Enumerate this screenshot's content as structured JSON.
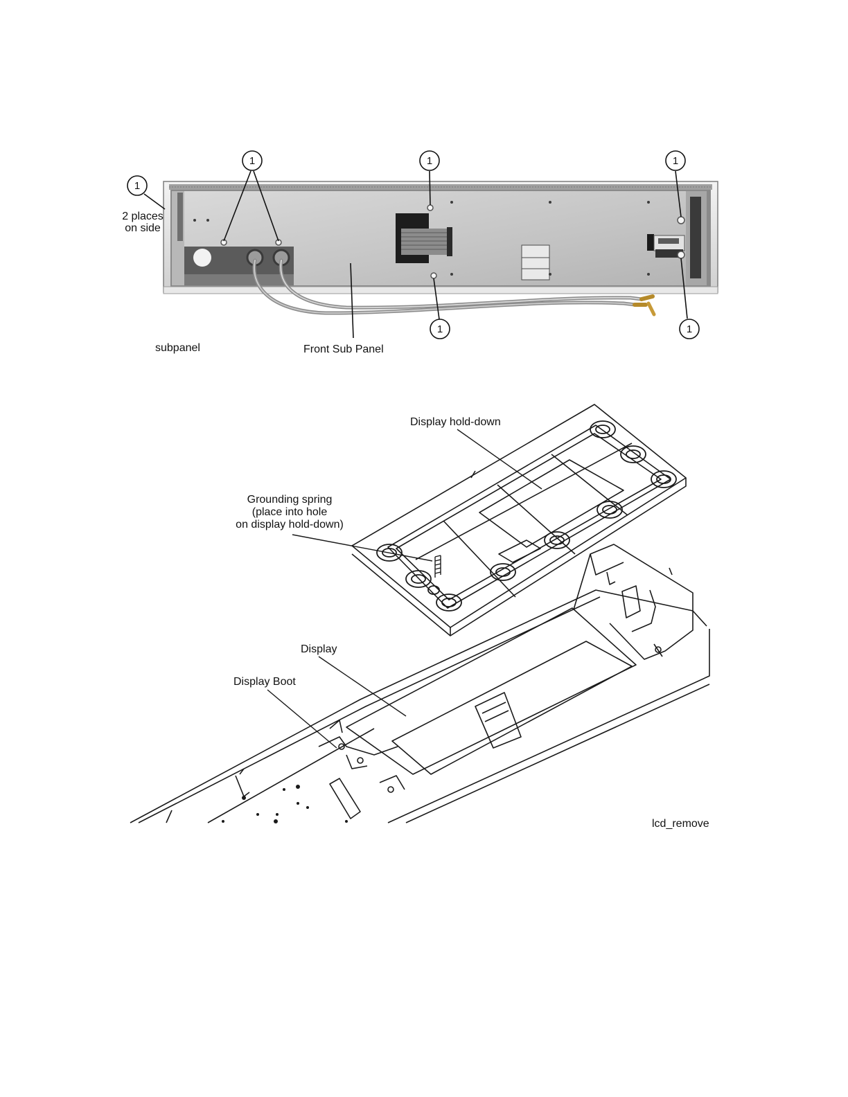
{
  "figure1": {
    "callout_number": "1",
    "side_note_line1": "2 places",
    "side_note_line2": "on side",
    "caption_left": "subpanel",
    "caption_part": "Front Sub Panel"
  },
  "figure2": {
    "display_holddown": "Display hold-down",
    "grounding_line1": "Grounding spring",
    "grounding_line2": "(place into hole",
    "grounding_line3": "on display hold-down)",
    "display": "Display",
    "display_boot": "Display Boot",
    "figure_id": "lcd_remove"
  }
}
